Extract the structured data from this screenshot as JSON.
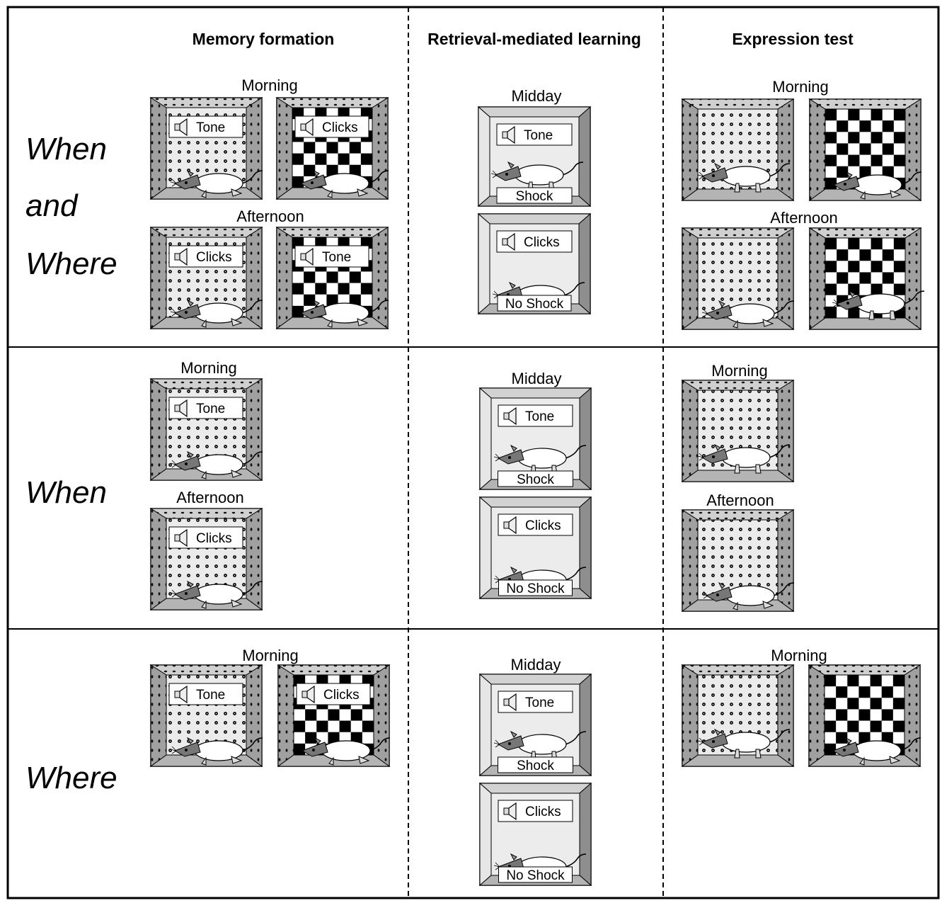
{
  "columns": {
    "memory_formation": "Memory formation",
    "retrieval": "Retrieval-mediated learning",
    "expression": "Expression test"
  },
  "conditions": {
    "when_and_where": [
      "When",
      "and",
      "Where"
    ],
    "when": "When",
    "where": "Where"
  },
  "times": {
    "morning": "Morning",
    "afternoon": "Afternoon",
    "midday": "Midday"
  },
  "sounds": {
    "tone": "Tone",
    "clicks": "Clicks"
  },
  "outcomes": {
    "shock": "Shock",
    "no_shock": "No Shock"
  },
  "colors": {
    "grid_line": "#000000",
    "box_side": "#9a9a9a",
    "box_top": "#d2d2d2",
    "box_floor": "#b4b4b4",
    "box_back": "#ececec",
    "checker_dark": "#000000"
  },
  "icons": [
    "speaker-icon",
    "rat-icon",
    "conditioning-box-icon"
  ]
}
